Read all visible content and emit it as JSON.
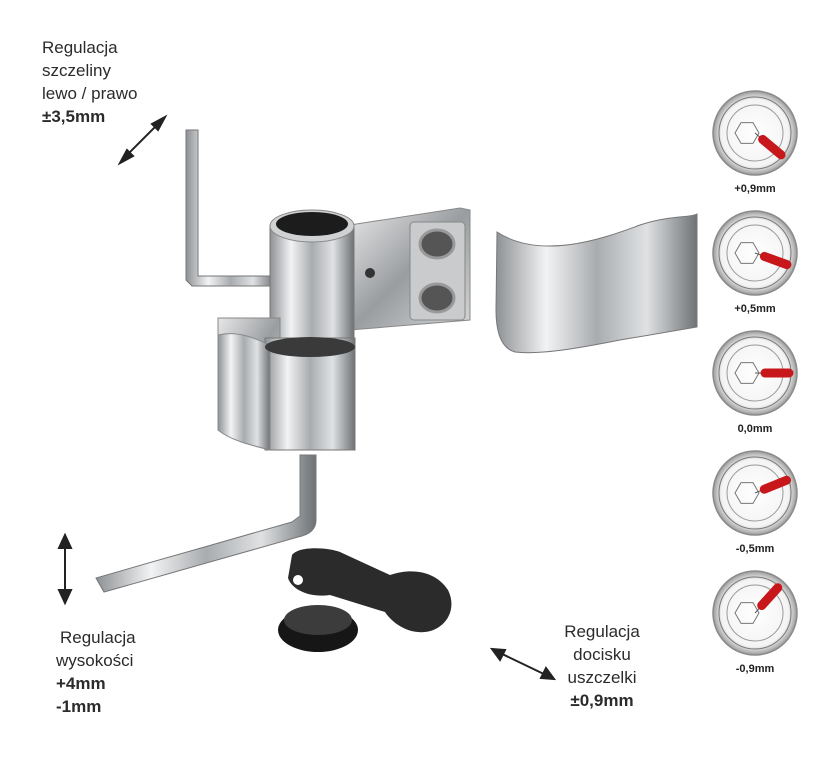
{
  "labels": {
    "gap": {
      "line1": "Regulacja",
      "line2": "szczeliny",
      "line3": "lewo / prawo",
      "value": "±3,5mm"
    },
    "height": {
      "line1": "Regulacja",
      "line2": "wysokości",
      "value1": "+4mm",
      "value2": "-1mm"
    },
    "seal": {
      "line1": "Regulacja",
      "line2": "docisku",
      "line3": "uszczelki",
      "value": "±0,9mm"
    }
  },
  "dials": [
    {
      "caption": "+0,9mm",
      "angle": 40
    },
    {
      "caption": "+0,5mm",
      "angle": 20
    },
    {
      "caption": "0,0mm",
      "angle": 0
    },
    {
      "caption": "-0,5mm",
      "angle": -22
    },
    {
      "caption": "-0,9mm",
      "angle": -48
    }
  ],
  "colors": {
    "arrow": "#222222",
    "cam": "#c8171b",
    "steel": "#b9bcbf",
    "dark": "#2a2a2a"
  }
}
